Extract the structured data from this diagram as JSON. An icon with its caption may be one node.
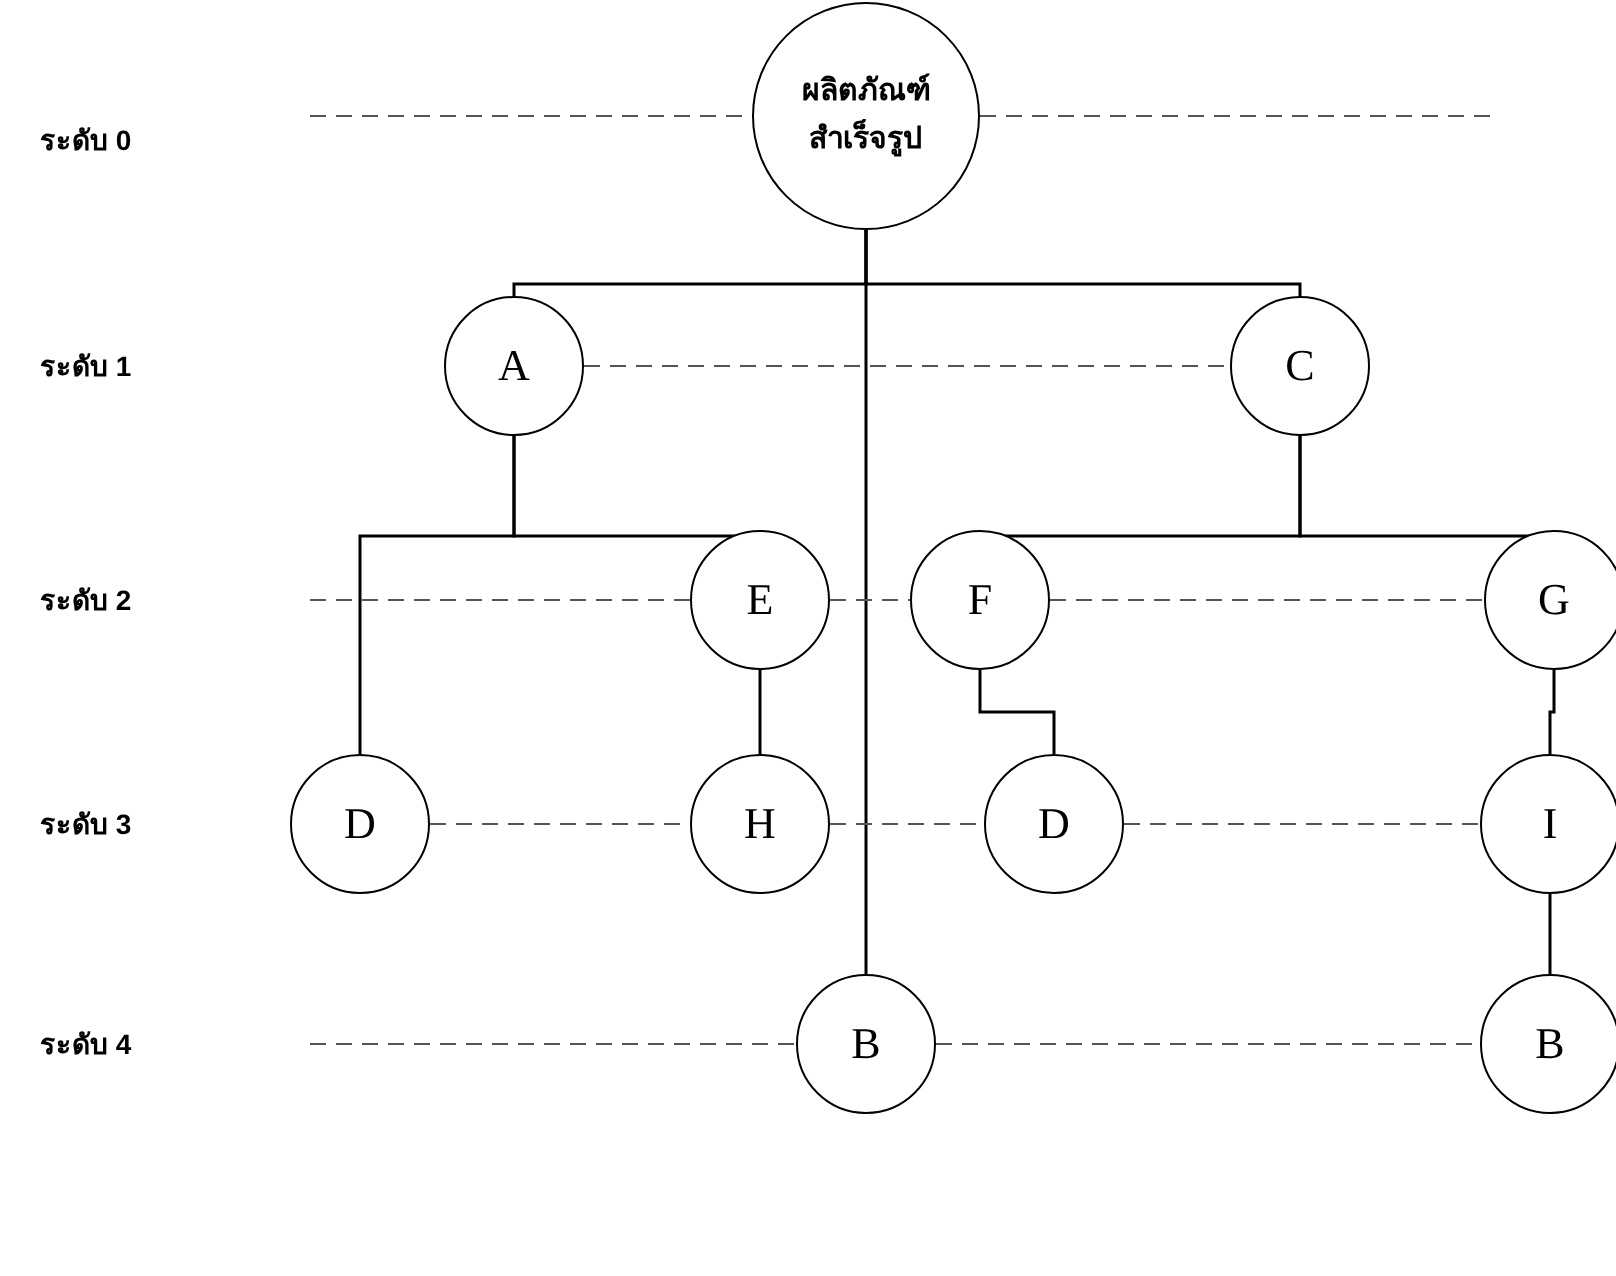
{
  "diagram": {
    "nodes": [
      {
        "text": [
          "ผลิตภัณฑ์ สำเร็จรูป"
        ]
      },
      {
        "text": [
          "A"
        ]
      },
      {
        "text": [
          "C"
        ]
      },
      {
        "text": [
          "E"
        ]
      },
      {
        "text": [
          "F"
        ]
      },
      {
        "text": [
          "G"
        ]
      },
      {
        "text": [
          "D"
        ]
      },
      {
        "text": [
          "H"
        ]
      },
      {
        "text": [
          "D"
        ]
      },
      {
        "text": [
          "I"
        ]
      },
      {
        "text": [
          "B"
        ]
      },
      {
        "text": [
          "B"
        ]
      }
    ],
    "edges": [
      {
        "from": 0,
        "to": 1,
        "arrow": "none"
      },
      {
        "from": 0,
        "to": 2,
        "arrow": "none"
      },
      {
        "from": 0,
        "to": 10,
        "arrow": "none"
      },
      {
        "from": 1,
        "to": 6,
        "arrow": "none"
      },
      {
        "from": 1,
        "to": 3,
        "arrow": "none"
      },
      {
        "from": 2,
        "to": 4,
        "arrow": "none"
      },
      {
        "from": 2,
        "to": 5,
        "arrow": "none"
      },
      {
        "from": 3,
        "to": 7,
        "arrow": "none"
      },
      {
        "from": 4,
        "to": 8,
        "arrow": "none"
      },
      {
        "from": 5,
        "to": 9,
        "arrow": "none"
      },
      {
        "from": 9,
        "to": 11,
        "arrow": "none"
      },
      {
        "from": 1,
        "to": 2,
        "arrow": "none",
        "style": "dashed"
      },
      {
        "from": 3,
        "to": 4,
        "arrow": "none",
        "style": "dashed"
      },
      {
        "from": 4,
        "to": 5,
        "arrow": "none",
        "style": "dashed"
      },
      {
        "from": 6,
        "to": 7,
        "arrow": "none",
        "style": "dashed"
      },
      {
        "from": 7,
        "to": 8,
        "arrow": "none",
        "style": "dashed"
      },
      {
        "from": 8,
        "to": 9,
        "arrow": "none",
        "style": "dashed"
      },
      {
        "from": 10,
        "to": 11,
        "arrow": "none",
        "style": "dashed"
      }
    ],
    "labels": [
      "ระดับ 0",
      "ระดับ 1",
      "ระดับ 2",
      "ระดับ 3",
      "ระดับ 4"
    ]
  }
}
